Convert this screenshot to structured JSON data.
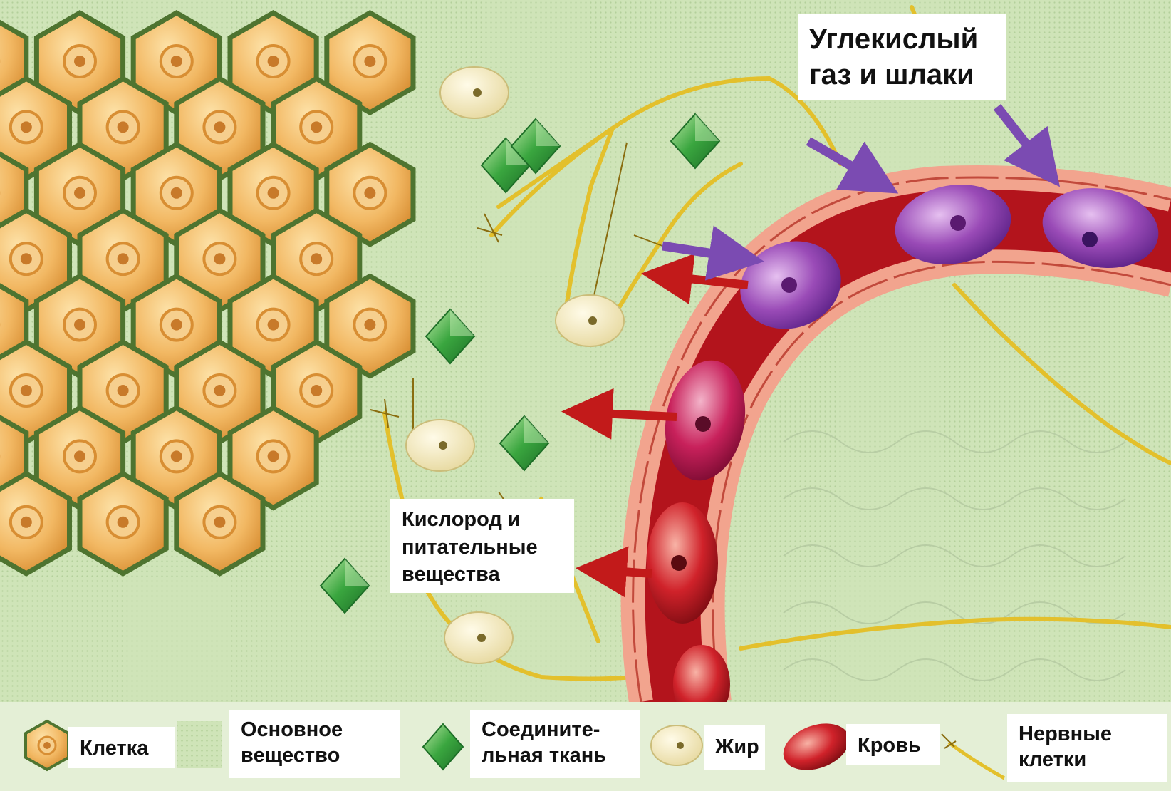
{
  "labels": {
    "co2_line1": "Углекислый",
    "co2_line2": "газ и шлаки",
    "o2_line1": "Кислород и",
    "o2_line2": "питательные",
    "o2_line3": "вещества"
  },
  "legend": {
    "cell": "Клетка",
    "matrix_line1": "Основное",
    "matrix_line2": "вещество",
    "connective_line1": "Соедините-",
    "connective_line2": "льная ткань",
    "fat": "Жир",
    "blood": "Кровь",
    "nerve_line1": "Нервные",
    "nerve_line2": "клетки"
  },
  "colors": {
    "background": "#cfe4b8",
    "legend_bar": "#e4efd6",
    "cell_fill": "#f0b860",
    "cell_border": "#4e7430",
    "vessel": "#b3141c",
    "vessel_wall": "#f2a48e",
    "arrow_out": "#c21a1a",
    "arrow_in": "#7b4bb2",
    "connective": "#2e9e3a",
    "fat": "#f4ecc4",
    "nerve": "#e3c02c"
  }
}
